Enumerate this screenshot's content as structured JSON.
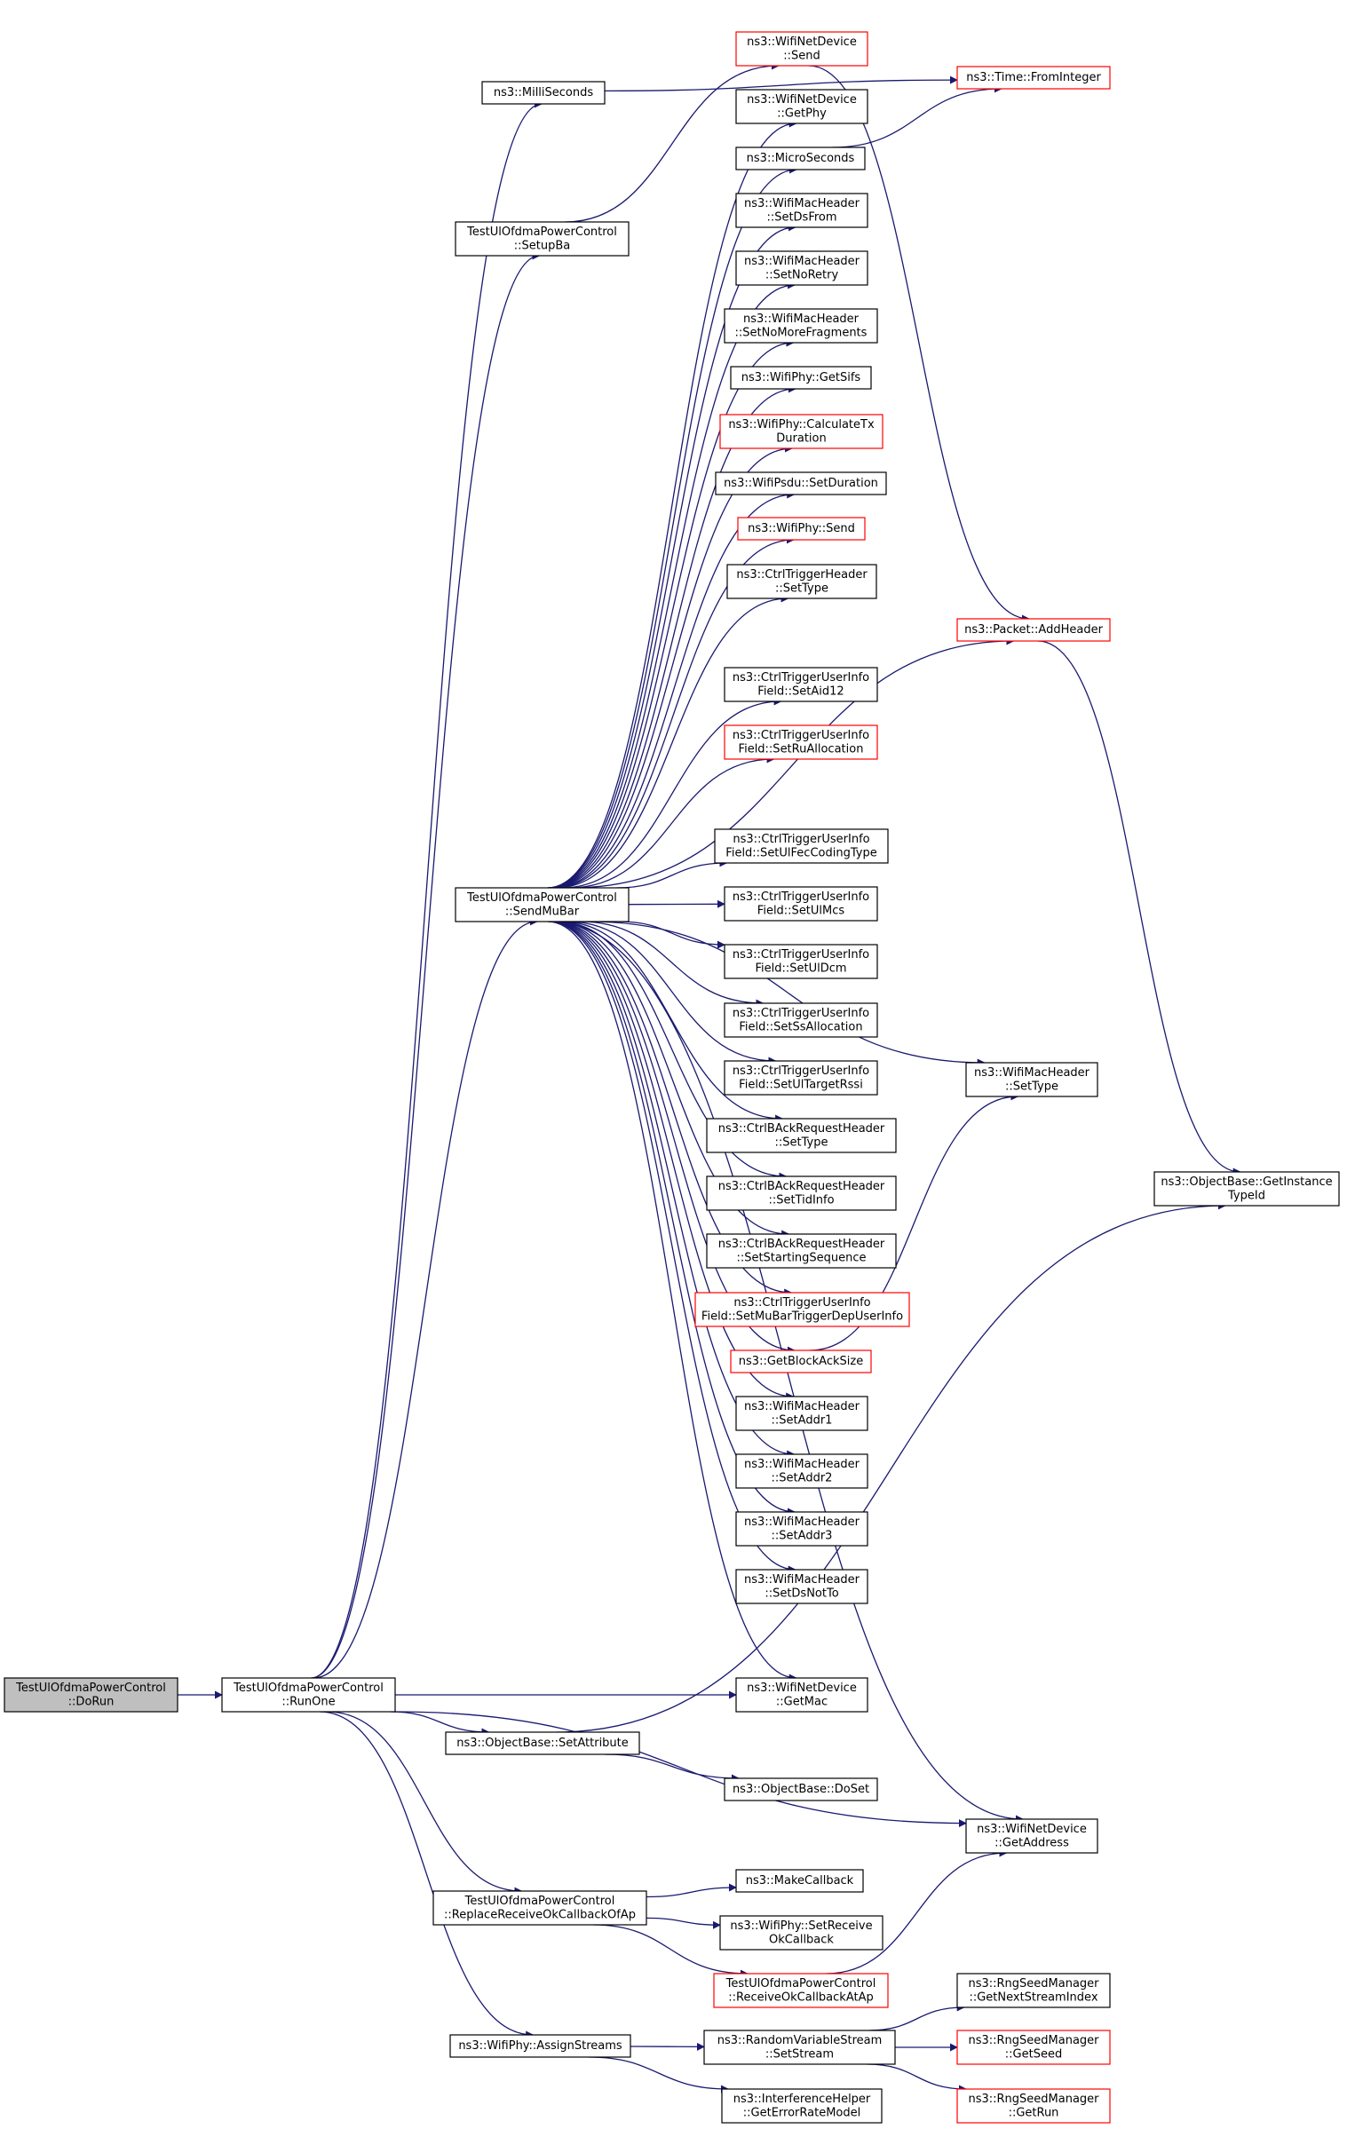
{
  "colors": {
    "edge": "#191970",
    "node_border": "#000000",
    "truncated_border": "#ff0000",
    "root_fill": "#bfbfbf"
  },
  "nodes": {
    "doRun": {
      "lines": [
        "TestUlOfdmaPowerControl",
        "::DoRun"
      ],
      "style": "root"
    },
    "runOne": {
      "lines": [
        "TestUlOfdmaPowerControl",
        "::RunOne"
      ],
      "style": "normal"
    },
    "milliSeconds": {
      "lines": [
        "ns3::MilliSeconds"
      ],
      "style": "normal"
    },
    "setupBa": {
      "lines": [
        "TestUlOfdmaPowerControl",
        "::SetupBa"
      ],
      "style": "normal"
    },
    "sendMuBar": {
      "lines": [
        "TestUlOfdmaPowerControl",
        "::SendMuBar"
      ],
      "style": "normal"
    },
    "setAttribute": {
      "lines": [
        "ns3::ObjectBase::SetAttribute"
      ],
      "style": "normal"
    },
    "replaceCb": {
      "lines": [
        "TestUlOfdmaPowerControl",
        "::ReplaceReceiveOkCallbackOfAp"
      ],
      "style": "normal"
    },
    "assignStreams": {
      "lines": [
        "ns3::WifiPhy::AssignStreams"
      ],
      "style": "normal"
    },
    "wndSend": {
      "lines": [
        "ns3::WifiNetDevice",
        "::Send"
      ],
      "style": "red"
    },
    "wndGetPhy": {
      "lines": [
        "ns3::WifiNetDevice",
        "::GetPhy"
      ],
      "style": "normal"
    },
    "microSeconds": {
      "lines": [
        "ns3::MicroSeconds"
      ],
      "style": "normal"
    },
    "setDsFrom": {
      "lines": [
        "ns3::WifiMacHeader",
        "::SetDsFrom"
      ],
      "style": "normal"
    },
    "setNoRetry": {
      "lines": [
        "ns3::WifiMacHeader",
        "::SetNoRetry"
      ],
      "style": "normal"
    },
    "setNoMoreFrag": {
      "lines": [
        "ns3::WifiMacHeader",
        "::SetNoMoreFragments"
      ],
      "style": "normal"
    },
    "getSifs": {
      "lines": [
        "ns3::WifiPhy::GetSifs"
      ],
      "style": "normal"
    },
    "calcTxDur": {
      "lines": [
        "ns3::WifiPhy::CalculateTx",
        "Duration"
      ],
      "style": "red"
    },
    "psduSetDur": {
      "lines": [
        "ns3::WifiPsdu::SetDuration"
      ],
      "style": "normal"
    },
    "phySend": {
      "lines": [
        "ns3::WifiPhy::Send"
      ],
      "style": "red"
    },
    "ctrlTrigSetType": {
      "lines": [
        "ns3::CtrlTriggerHeader",
        "::SetType"
      ],
      "style": "normal"
    },
    "setAid12": {
      "lines": [
        "ns3::CtrlTriggerUserInfo",
        "Field::SetAid12"
      ],
      "style": "normal"
    },
    "setRuAlloc": {
      "lines": [
        "ns3::CtrlTriggerUserInfo",
        "Field::SetRuAllocation"
      ],
      "style": "red"
    },
    "setUlFec": {
      "lines": [
        "ns3::CtrlTriggerUserInfo",
        "Field::SetUlFecCodingType"
      ],
      "style": "normal"
    },
    "setUlMcs": {
      "lines": [
        "ns3::CtrlTriggerUserInfo",
        "Field::SetUlMcs"
      ],
      "style": "normal"
    },
    "setUlDcm": {
      "lines": [
        "ns3::CtrlTriggerUserInfo",
        "Field::SetUlDcm"
      ],
      "style": "normal"
    },
    "setSsAlloc": {
      "lines": [
        "ns3::CtrlTriggerUserInfo",
        "Field::SetSsAllocation"
      ],
      "style": "normal"
    },
    "setUlTargetRssi": {
      "lines": [
        "ns3::CtrlTriggerUserInfo",
        "Field::SetUlTargetRssi"
      ],
      "style": "normal"
    },
    "barSetType": {
      "lines": [
        "ns3::CtrlBAckRequestHeader",
        "::SetType"
      ],
      "style": "normal"
    },
    "barSetTidInfo": {
      "lines": [
        "ns3::CtrlBAckRequestHeader",
        "::SetTidInfo"
      ],
      "style": "normal"
    },
    "barSetStartSeq": {
      "lines": [
        "ns3::CtrlBAckRequestHeader",
        "::SetStartingSequence"
      ],
      "style": "normal"
    },
    "setMuBarDep": {
      "lines": [
        "ns3::CtrlTriggerUserInfo",
        "Field::SetMuBarTriggerDepUserInfo"
      ],
      "style": "red"
    },
    "getBlockAckSize": {
      "lines": [
        "ns3::GetBlockAckSize"
      ],
      "style": "red"
    },
    "setAddr1": {
      "lines": [
        "ns3::WifiMacHeader",
        "::SetAddr1"
      ],
      "style": "normal"
    },
    "setAddr2": {
      "lines": [
        "ns3::WifiMacHeader",
        "::SetAddr2"
      ],
      "style": "normal"
    },
    "setAddr3": {
      "lines": [
        "ns3::WifiMacHeader",
        "::SetAddr3"
      ],
      "style": "normal"
    },
    "setDsNotTo": {
      "lines": [
        "ns3::WifiMacHeader",
        "::SetDsNotTo"
      ],
      "style": "normal"
    },
    "wndGetMac": {
      "lines": [
        "ns3::WifiNetDevice",
        "::GetMac"
      ],
      "style": "normal"
    },
    "doSet": {
      "lines": [
        "ns3::ObjectBase::DoSet"
      ],
      "style": "normal"
    },
    "makeCallback": {
      "lines": [
        "ns3::MakeCallback"
      ],
      "style": "normal"
    },
    "setReceiveOkCb": {
      "lines": [
        "ns3::WifiPhy::SetReceive",
        "OkCallback"
      ],
      "style": "normal"
    },
    "receiveOkCbAtAp": {
      "lines": [
        "TestUlOfdmaPowerControl",
        "::ReceiveOkCallbackAtAp"
      ],
      "style": "red"
    },
    "setStream": {
      "lines": [
        "ns3::RandomVariableStream",
        "::SetStream"
      ],
      "style": "normal"
    },
    "getErrorRateModel": {
      "lines": [
        "ns3::InterferenceHelper",
        "::GetErrorRateModel"
      ],
      "style": "normal"
    },
    "timeFromInteger": {
      "lines": [
        "ns3::Time::FromInteger"
      ],
      "style": "red"
    },
    "packetAddHeader": {
      "lines": [
        "ns3::Packet::AddHeader"
      ],
      "style": "red"
    },
    "wmhSetType": {
      "lines": [
        "ns3::WifiMacHeader",
        "::SetType"
      ],
      "style": "normal"
    },
    "wndGetAddress": {
      "lines": [
        "ns3::WifiNetDevice",
        "::GetAddress"
      ],
      "style": "normal"
    },
    "getNextStreamIndex": {
      "lines": [
        "ns3::RngSeedManager",
        "::GetNextStreamIndex"
      ],
      "style": "normal"
    },
    "getSeed": {
      "lines": [
        "ns3::RngSeedManager",
        "::GetSeed"
      ],
      "style": "red"
    },
    "getRun": {
      "lines": [
        "ns3::RngSeedManager",
        "::GetRun"
      ],
      "style": "red"
    },
    "getInstanceTypeId": {
      "lines": [
        "ns3::ObjectBase::GetInstance",
        "TypeId"
      ],
      "style": "normal"
    }
  },
  "edges": [
    [
      "doRun",
      "runOne"
    ],
    [
      "runOne",
      "milliSeconds"
    ],
    [
      "runOne",
      "setupBa"
    ],
    [
      "runOne",
      "sendMuBar"
    ],
    [
      "runOne",
      "wndGetMac"
    ],
    [
      "runOne",
      "setAttribute"
    ],
    [
      "runOne",
      "wndGetAddress"
    ],
    [
      "runOne",
      "replaceCb"
    ],
    [
      "runOne",
      "assignStreams"
    ],
    [
      "milliSeconds",
      "timeFromInteger"
    ],
    [
      "setupBa",
      "wndSend"
    ],
    [
      "wndSend",
      "packetAddHeader"
    ],
    [
      "microSeconds",
      "timeFromInteger"
    ],
    [
      "sendMuBar",
      "wndGetPhy"
    ],
    [
      "sendMuBar",
      "microSeconds"
    ],
    [
      "sendMuBar",
      "setDsFrom"
    ],
    [
      "sendMuBar",
      "setNoRetry"
    ],
    [
      "sendMuBar",
      "setNoMoreFrag"
    ],
    [
      "sendMuBar",
      "getSifs"
    ],
    [
      "sendMuBar",
      "calcTxDur"
    ],
    [
      "sendMuBar",
      "psduSetDur"
    ],
    [
      "sendMuBar",
      "phySend"
    ],
    [
      "sendMuBar",
      "ctrlTrigSetType"
    ],
    [
      "sendMuBar",
      "packetAddHeader"
    ],
    [
      "sendMuBar",
      "setAid12"
    ],
    [
      "sendMuBar",
      "setRuAlloc"
    ],
    [
      "sendMuBar",
      "wmhSetType"
    ],
    [
      "sendMuBar",
      "setUlFec"
    ],
    [
      "sendMuBar",
      "setUlMcs"
    ],
    [
      "sendMuBar",
      "setUlDcm"
    ],
    [
      "sendMuBar",
      "setSsAlloc"
    ],
    [
      "sendMuBar",
      "setUlTargetRssi"
    ],
    [
      "sendMuBar",
      "barSetType"
    ],
    [
      "sendMuBar",
      "barSetTidInfo"
    ],
    [
      "sendMuBar",
      "barSetStartSeq"
    ],
    [
      "sendMuBar",
      "setMuBarDep"
    ],
    [
      "sendMuBar",
      "getBlockAckSize"
    ],
    [
      "sendMuBar",
      "setAddr1"
    ],
    [
      "sendMuBar",
      "setAddr2"
    ],
    [
      "sendMuBar",
      "setAddr3"
    ],
    [
      "sendMuBar",
      "setDsNotTo"
    ],
    [
      "sendMuBar",
      "wndGetMac"
    ],
    [
      "sendMuBar",
      "wndGetAddress"
    ],
    [
      "getBlockAckSize",
      "wmhSetType"
    ],
    [
      "packetAddHeader",
      "getInstanceTypeId"
    ],
    [
      "setAttribute",
      "doSet"
    ],
    [
      "setAttribute",
      "getInstanceTypeId"
    ],
    [
      "replaceCb",
      "makeCallback"
    ],
    [
      "replaceCb",
      "setReceiveOkCb"
    ],
    [
      "replaceCb",
      "receiveOkCbAtAp"
    ],
    [
      "receiveOkCbAtAp",
      "wndGetAddress"
    ],
    [
      "assignStreams",
      "setStream"
    ],
    [
      "assignStreams",
      "getErrorRateModel"
    ],
    [
      "setStream",
      "getNextStreamIndex"
    ],
    [
      "setStream",
      "getSeed"
    ],
    [
      "setStream",
      "getRun"
    ]
  ]
}
